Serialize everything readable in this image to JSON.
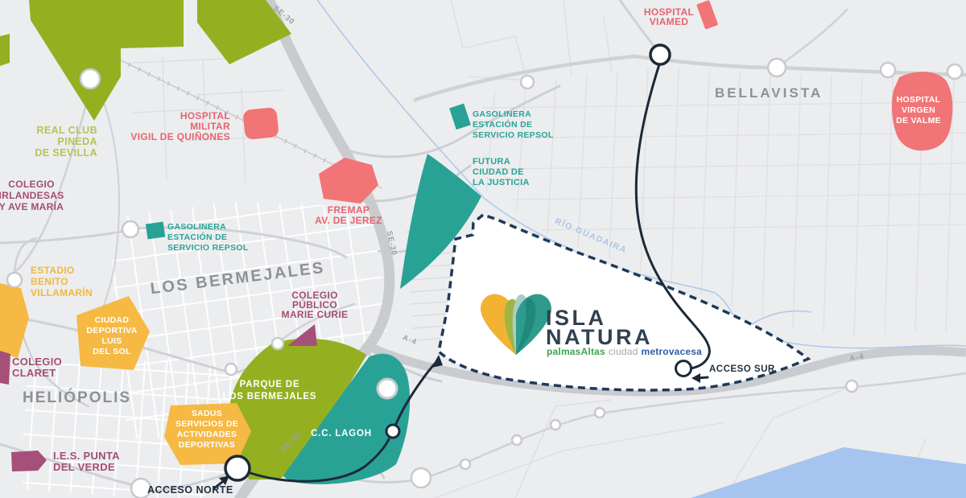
{
  "map": {
    "roads": {
      "se30": "SE-30",
      "a4": "A-4"
    },
    "areas": {
      "los_bermejales": "LOS BERMEJALES",
      "heliopolis": "HELIÓPOLIS",
      "bellavista": "BELLAVISTA"
    },
    "river": "RÍO GUADAIRA",
    "access": {
      "norte": "ACCESO NORTE",
      "sur": "ACCESO SUR"
    }
  },
  "pois": {
    "real_club": {
      "lines": [
        "REAL CLUB",
        "PINEDA",
        "DE SEVILLA"
      ]
    },
    "hospital_militar": {
      "lines": [
        "HOSPITAL",
        "MILITAR",
        "VIGIL DE QUIÑONES"
      ]
    },
    "colegio_irlandesas": {
      "lines": [
        "COLEGIO",
        "IRLANDESAS",
        "Y AVE MARÍA"
      ]
    },
    "gasolinera_oeste": {
      "lines": [
        "GASOLINERA",
        "ESTACIÓN DE",
        "SERVICIO REPSOL"
      ]
    },
    "gasolinera_este": {
      "lines": [
        "GASOLINERA",
        "ESTACIÓN DE",
        "SERVICIO REPSOL"
      ]
    },
    "futura_ciudad_justicia": {
      "lines": [
        "FUTURA",
        "CIUDAD DE",
        "LA JUSTICIA"
      ]
    },
    "fremap": {
      "lines": [
        "FREMAP",
        "AV. DE JEREZ"
      ]
    },
    "estadio_villamarin": {
      "lines": [
        "ESTADIO",
        "BENITO",
        "VILLAMARÍN"
      ]
    },
    "ciudad_deportiva": {
      "lines": [
        "CIUDAD",
        "DEPORTIVA",
        "LUIS",
        "DEL SOL"
      ]
    },
    "colegio_claret": {
      "lines": [
        "COLEGIO",
        "CLARET"
      ]
    },
    "colegio_marie_curie": {
      "lines": [
        "COLEGIO",
        "PÚBLICO",
        "MARIE CURIE"
      ]
    },
    "parque_bermejales": {
      "lines": [
        "PARQUE DE",
        "LOS BERMEJALES"
      ]
    },
    "sadus": {
      "lines": [
        "SADUS",
        "SERVICIOS DE",
        "ACTIVIDADES",
        "DEPORTIVAS"
      ]
    },
    "ies_punta_verde": {
      "lines": [
        "I.E.S. PUNTA",
        "DEL VERDE"
      ]
    },
    "cc_lagoh": {
      "label": "C.C. LAGOH"
    },
    "hospital_viamed": {
      "lines": [
        "HOSPITAL",
        "VIAMED"
      ]
    },
    "hospital_valme": {
      "lines": [
        "HOSPITAL",
        "VIRGEN",
        "DE VALME"
      ]
    }
  },
  "logo": {
    "name_line1": "ISLA",
    "name_line2": "NATURA",
    "sub_brand": "palmasAltas",
    "sub_ciudad": "ciudad",
    "sub_company": "metrovacesa"
  },
  "colors": {
    "background": "#ECEDEF",
    "road_gray": "#C9CBCF",
    "green": "#94B021",
    "teal": "#29A296",
    "red": "#F17476",
    "yellow": "#F5B944",
    "maroon": "#A5507A",
    "navy_dash": "#1E3A59",
    "route_black": "#1C2A38",
    "water_blue": "#A5C4EF",
    "river_blue": "#AFC9E9",
    "logo_navy": "#31414F",
    "palmas_green": "#3EA34C",
    "metrovacesa_blue": "#2C5EA7"
  }
}
